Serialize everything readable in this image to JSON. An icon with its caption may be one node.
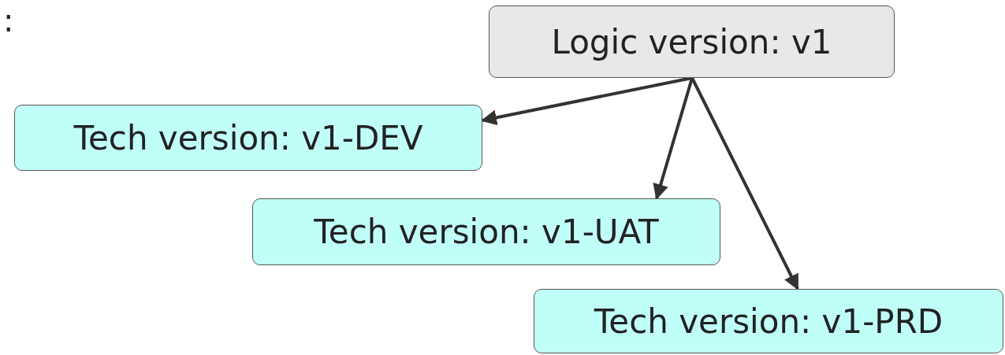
{
  "diagram": {
    "nodes": [
      {
        "text": [
          "Logic version: v1"
        ]
      },
      {
        "text": [
          "Tech version: v1-DEV"
        ]
      },
      {
        "text": [
          "Tech version: v1-UAT"
        ]
      },
      {
        "text": [
          "Tech version: v1-PRD"
        ]
      }
    ],
    "edges": [
      {
        "from": 0,
        "to": 1,
        "arrow": "to"
      },
      {
        "from": 0,
        "to": 2,
        "arrow": "to"
      },
      {
        "from": 0,
        "to": 3,
        "arrow": "to"
      }
    ],
    "labels": [
      ":"
    ]
  }
}
